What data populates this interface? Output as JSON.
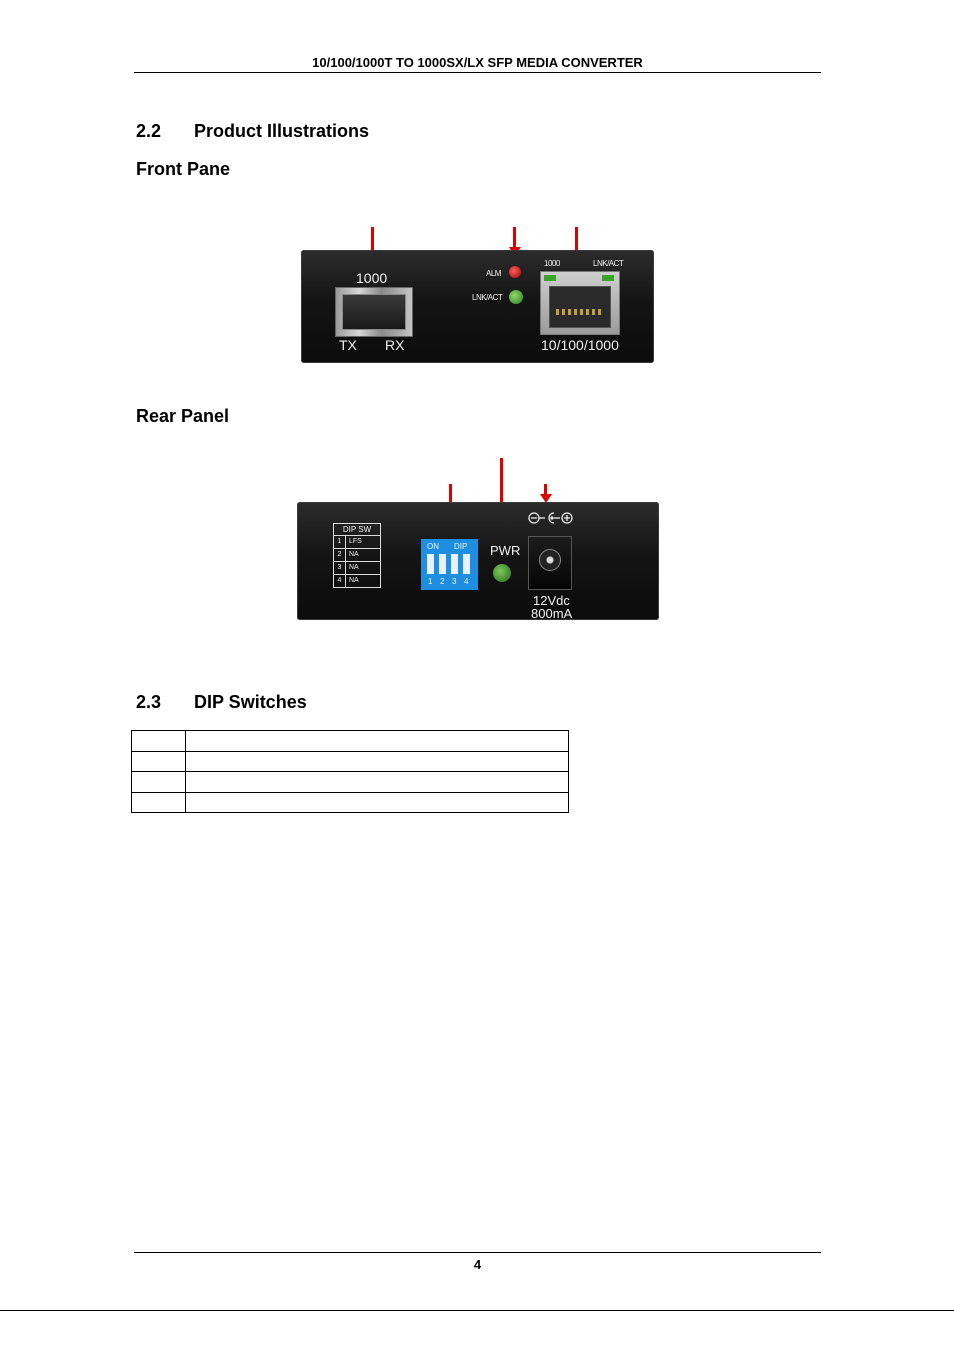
{
  "header": {
    "title": "10/100/1000T TO 1000SX/LX SFP MEDIA CONVERTER"
  },
  "section_2_2": {
    "number": "2.2",
    "title": "Product Illustrations"
  },
  "front_panel": {
    "heading": "Front Pane",
    "sfp_label": "1000",
    "tx_label": "TX",
    "rx_label": "RX",
    "alm_label": "ALM",
    "lnkact_led_label": "LNK/ACT",
    "rj45_speed_label": "1000",
    "rj45_lnkact_label": "LNK/ACT",
    "rj45_port_label": "10/100/1000"
  },
  "rear_panel": {
    "heading": "Rear Panel",
    "dip_table_header": "DIP SW",
    "dip_table_rows": [
      {
        "num": "1",
        "label": "LFS"
      },
      {
        "num": "2",
        "label": "NA"
      },
      {
        "num": "3",
        "label": "NA"
      },
      {
        "num": "4",
        "label": "NA"
      }
    ],
    "dip_on_label": "ON",
    "dip_dip_label": "DIP",
    "dip_numbers": [
      "1",
      "2",
      "3",
      "4"
    ],
    "pwr_label": "PWR",
    "voltage_label": "12Vdc",
    "current_label": "800mA"
  },
  "section_2_3": {
    "number": "2.3",
    "title": "DIP Switches"
  },
  "dip_table": {
    "rows": [
      [
        "",
        ""
      ],
      [
        "",
        ""
      ],
      [
        "",
        ""
      ],
      [
        "",
        ""
      ]
    ]
  },
  "footer": {
    "page_number": "4"
  },
  "colors": {
    "arrow": "#e00000",
    "dip_blue": "#1e8fe0",
    "led_green": "#3fa52a",
    "led_red": "#c81818"
  }
}
